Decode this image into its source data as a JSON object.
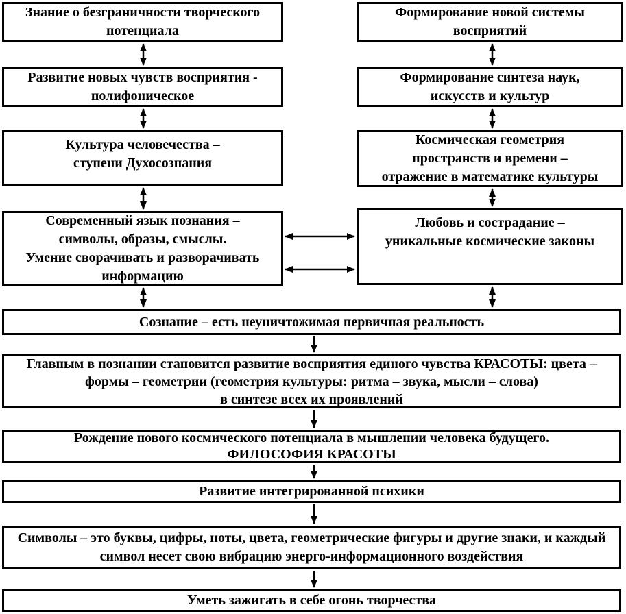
{
  "diagram": {
    "colors": {
      "border": "#000000",
      "text": "#000000",
      "background": "#ffffff"
    },
    "left_column": [
      "Знание о безграничности творческого\nпотенциала",
      "Развитие новых чувств восприятия -\nполифоническое",
      "Культура человечества –\nступени Духосознания",
      "Современный язык познания –\nсимволы, образы, смыслы.\nУмение сворачивать и разворачивать\nинформацию"
    ],
    "right_column": [
      "Формирование новой системы\nвосприятий",
      "Формирование синтеза наук,\nискусств и культур",
      "Космическая геометрия\nпространств и времени –\nотражение в математике культуры",
      "Любовь и сострадание –\nуникальные космические законы"
    ],
    "full_width": [
      "Сознание – есть неуничтожимая первичная реальность",
      "Главным в познании становится развитие восприятия единого чувства КРАСОТЫ: цвета –\nформы – геометрии (геометрия культуры: ритма – звука, мысли – слова)\nв синтезе всех их проявлений",
      "Рождение нового космического потенциала в мышлении человека будущего.\nФИЛОСОФИЯ КРАСОТЫ",
      "Развитие интегрированной психики",
      "Символы – это буквы, цифры, ноты, цвета, геометрические фигуры и другие знаки, и каждый\nсимвол несет свою вибрацию энерго-информационного воздействия",
      "Уметь зажигать в себе огонь творчества"
    ]
  }
}
